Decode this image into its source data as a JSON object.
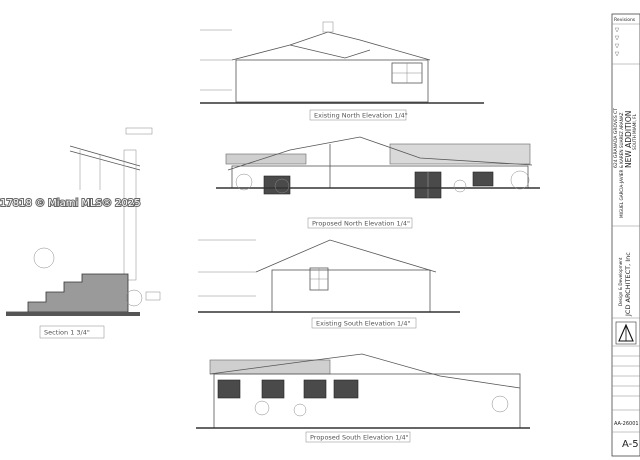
{
  "elevations": {
    "existing_north": "Existing North Elevation  1/4\"",
    "proposed_north": "Proposed North Elevation  1/4\"",
    "existing_south": "Existing South Elevation  1/4\"",
    "proposed_south": "Proposed South Elevation  1/4\""
  },
  "section_label": "Section 1  3/4\"",
  "watermark": "17818 © Miami MLS® 2025",
  "title_block": {
    "revisions_label": "Revisions",
    "project_title": "NEW ADDITION",
    "owner": "MIGUEL GARCIA-JAVIER & KAREN SUAREZ ARANAZ",
    "address": "624 GRANADA GROVES CT",
    "city": "SOUTH MIAMI, FL",
    "firm_name": "JCD ARCHITECT, Inc",
    "firm_sub": "Design & Development",
    "project_no": "AA-26001",
    "sheet": "A-5"
  }
}
